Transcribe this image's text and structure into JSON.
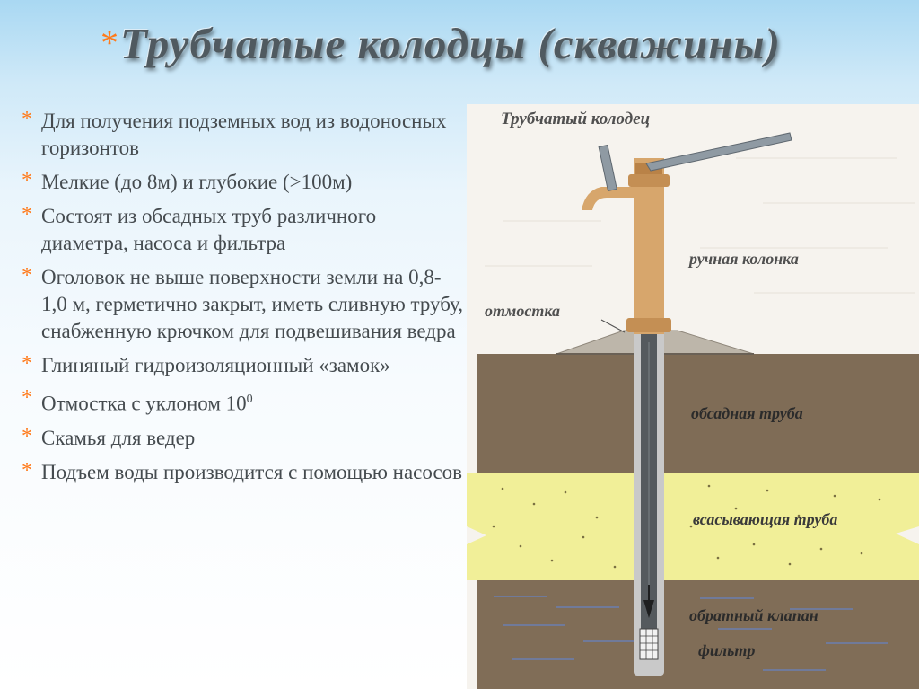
{
  "title": {
    "star": "*",
    "text": "Трубчатые колодцы (скважины)"
  },
  "bullets": [
    {
      "text": "Для получения подземных вод из водоносных горизонтов"
    },
    {
      "text": "Мелкие (до 8м) и глубокие (>100м)"
    },
    {
      "text": "Состоят из обсадных труб различного диаметра, насоса и фильтра"
    },
    {
      "text": "Оголовок не выше поверхности земли на 0,8-1,0 м, герметично закрыт, иметь сливную трубу, снабженную крючком для подвешивания ведра"
    },
    {
      "text": "Глиняный гидроизоляционный «замок»"
    },
    {
      "text": "Отмостка с уклоном 10",
      "sup": "0"
    },
    {
      "text": "Скамья для ведер"
    },
    {
      "text": "Подъем воды производится с помощью насосов"
    }
  ],
  "bullet_star": "*",
  "diagram": {
    "title": "Трубчатый колодец",
    "labels": {
      "pump": "ручная колонка",
      "apron": "отмостка",
      "casing": "обсадная труба",
      "suction": "всасывающая труба",
      "valve": "обратный клапан",
      "filter": "фильтр"
    },
    "colors": {
      "clay": "#7f6c56",
      "sand": "#f1ef98",
      "water_layer": "#806d57",
      "pump": "#d7a66c",
      "pipe": "#555a5e",
      "handle": "#8f9aa3",
      "accent": "#ff7a1a"
    }
  }
}
